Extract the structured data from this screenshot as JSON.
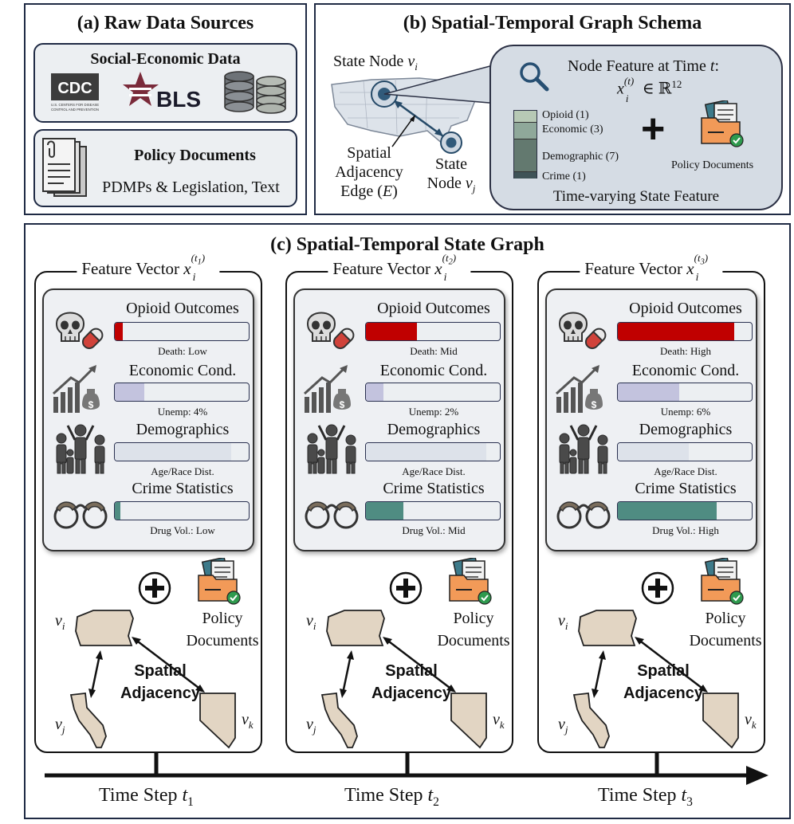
{
  "panel_a": {
    "title": "(a) Raw Data Sources",
    "social_title": "Social-Economic Data",
    "cdc_logo": "CDC",
    "cdc_sub": "U.S. CENTERS FOR DISEASE CONTROL AND PREVENTION",
    "bls_logo": "BLS",
    "policy_title": "Policy Documents",
    "policy_sub": "PDMPs & Legislation, Text"
  },
  "panel_b": {
    "title": "(b) Spatial-Temporal Graph Schema",
    "state_node_i": "State Node",
    "node_vi": "v",
    "node_vi_sub": "i",
    "edge_line1": "Spatial",
    "edge_line2": "Adjacency",
    "edge_line3": "Edge (",
    "edge_E": "E",
    "edge_close": ")",
    "state_j_line1": "State",
    "state_j_line2": "Node",
    "node_vj": "v",
    "node_vj_sub": "j",
    "feature_title": "Node Feature at Time",
    "feature_t": "t",
    "feature_colon": ":",
    "feature_formula_x": "x",
    "feature_formula_sub": "i",
    "feature_formula_sup": "(t)",
    "feature_formula_rest": "∈ ℝ",
    "feature_formula_dim": "12",
    "segments": [
      {
        "label": "Opioid (1)",
        "color": "#b7c9b5"
      },
      {
        "label": "Economic (3)",
        "color": "#8fa89a"
      },
      {
        "label": "Demographic (7)",
        "color": "#63796f"
      },
      {
        "label": "Crime (1)",
        "color": "#3f5357"
      }
    ],
    "plus": "+",
    "policy_docs": "Policy Documents",
    "caption": "Time-varying State Feature"
  },
  "panel_c": {
    "title": "(c) Spatial-Temporal State Graph",
    "feature_vector_label": "Feature Vector",
    "x": "x",
    "i": "i",
    "columns": [
      {
        "t_sub": "1",
        "time_label": "Time Step",
        "t": "t",
        "death": "Death: Low",
        "unemp": "Unemp: 4%",
        "age": "Age/Race Dist.",
        "drug": "Drug Vol.: Low",
        "opioid_level": 0.06,
        "econ_level": 0.22,
        "demo_level": 0.87,
        "crime_level": 0.04
      },
      {
        "t_sub": "2",
        "time_label": "Time Step",
        "t": "t",
        "death": "Death: Mid",
        "unemp": "Unemp: 2%",
        "age": "Age/Race Dist.",
        "drug": "Drug Vol.: Mid",
        "opioid_level": 0.38,
        "econ_level": 0.13,
        "demo_level": 0.9,
        "crime_level": 0.28
      },
      {
        "t_sub": "3",
        "time_label": "Time Step",
        "t": "t",
        "death": "Death: High",
        "unemp": "Unemp: 6%",
        "age": "Age/Race Dist.",
        "drug": "Drug Vol.: High",
        "opioid_level": 0.87,
        "econ_level": 0.46,
        "demo_level": 0.53,
        "crime_level": 0.74
      }
    ],
    "opioid_title": "Opioid Outcomes",
    "econ_title": "Economic Cond.",
    "demo_title": "Demographics",
    "crime_title": "Crime Statistics",
    "policy_line1": "Policy",
    "policy_line2": "Documents",
    "spatial_line1": "Spatial",
    "spatial_line2": "Adjacency",
    "v": "v",
    "vi_sub": "i",
    "vj_sub": "j",
    "vk_sub": "k",
    "plus_sign": "+",
    "colors": {
      "opioid": "#c00000",
      "econ": "#c3c3de",
      "demo": "#dde2ea",
      "crime": "#4f8c82"
    }
  }
}
